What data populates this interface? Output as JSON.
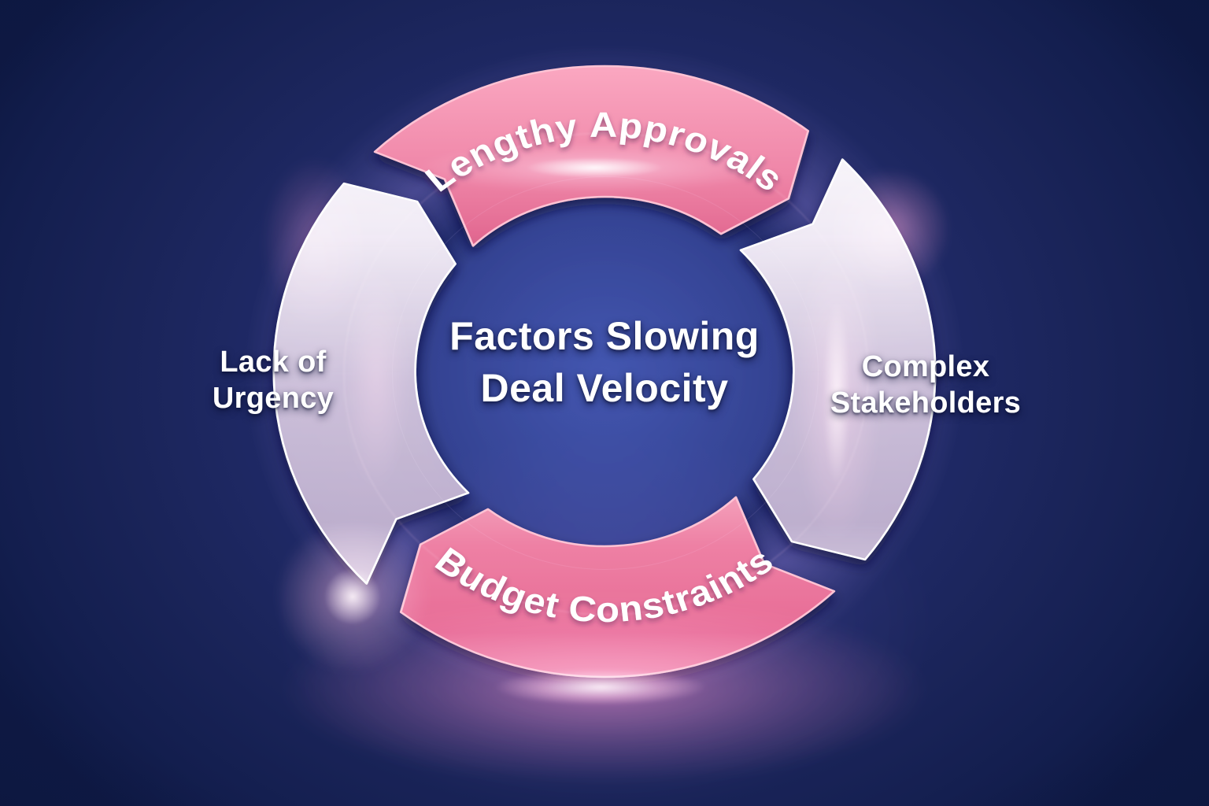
{
  "diagram": {
    "type": "cycle",
    "flow_direction": "clockwise",
    "center_title": {
      "line1": "Factors Slowing",
      "line2": "Deal Velocity"
    },
    "segments": [
      {
        "position": "top",
        "label": "Lengthy Approvals",
        "style": "pink"
      },
      {
        "position": "right",
        "label": "Complex Stakeholders",
        "label_lines": [
          "Complex",
          "Stakeholders"
        ],
        "style": "light"
      },
      {
        "position": "bottom",
        "label": "Budget Constraints",
        "style": "pink"
      },
      {
        "position": "left",
        "label": "Lack of Urgency",
        "label_lines": [
          "Lack of",
          "Urgency"
        ],
        "style": "light"
      }
    ],
    "colors": {
      "background_navy": "#1b2565",
      "arc_pink": "#ee7a9e",
      "arc_light": "#ece4f2",
      "text": "#ffffff",
      "glow_pink": "#f46d9b"
    }
  }
}
